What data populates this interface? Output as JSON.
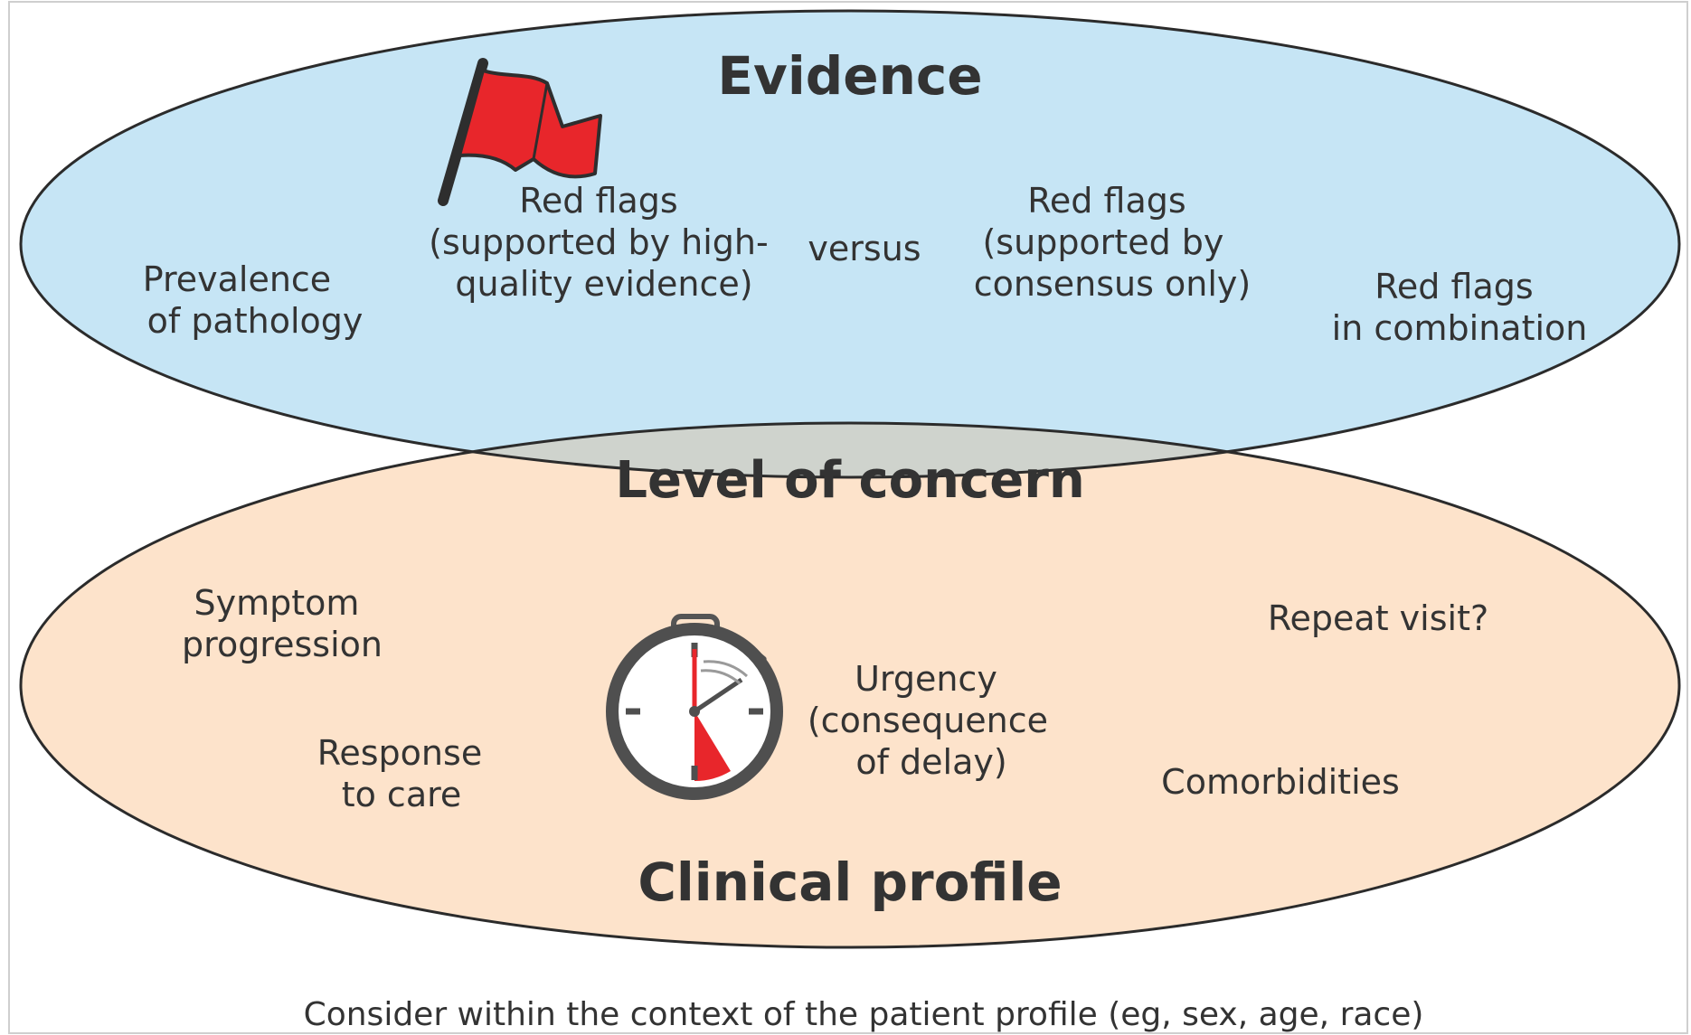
{
  "evidence": {
    "title": "Evidence",
    "prevalence": [
      "Prevalence",
      "of pathology"
    ],
    "red_flags_high_quality": [
      "Red flags",
      "(supported by high-",
      "quality evidence)"
    ],
    "versus": "versus",
    "red_flags_consensus": [
      "Red flags",
      "(supported by",
      "consensus only)"
    ],
    "red_flags_combination": [
      "Red flags",
      "in combination"
    ]
  },
  "overlap": {
    "title": "Level of concern"
  },
  "clinical_profile": {
    "title": "Clinical profile",
    "symptom_progression": [
      "Symptom",
      "progression"
    ],
    "response_to_care": [
      "Response",
      "to care"
    ],
    "urgency": [
      "Urgency",
      "(consequence",
      "of delay)"
    ],
    "repeat_visit": "Repeat visit?",
    "comorbidities": "Comorbidities"
  },
  "footer": "Consider within the context of the patient profile (eg, sex, age, race)",
  "icons": {
    "flag": "red-flag-icon",
    "stopwatch": "stopwatch-icon"
  },
  "colors": {
    "evidence_fill": "#c6e5f5",
    "clinical_fill": "#fde3cb",
    "overlap_fill": "#cfd3cd",
    "outline": "#2b2b2b",
    "flag_red": "#e8262b",
    "text": "#333333"
  }
}
